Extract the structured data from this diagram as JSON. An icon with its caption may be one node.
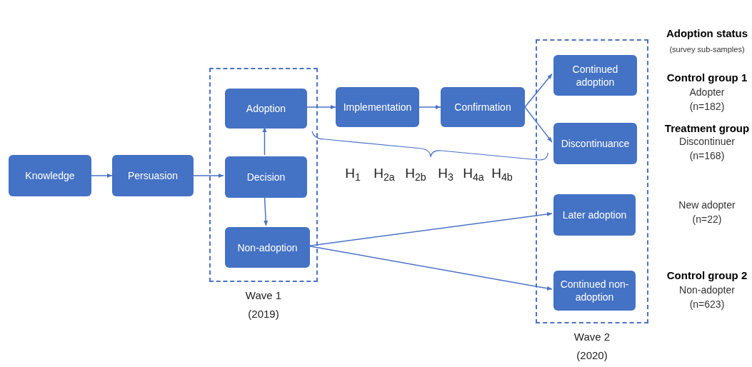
{
  "diagram": {
    "nodes": [
      {
        "text": [
          "Wave 1 (2019)"
        ]
      },
      {
        "text": [
          "Wave 2 (2020)"
        ]
      },
      {
        "text": [
          "Knowledge"
        ]
      },
      {
        "text": [
          "Persuasion"
        ]
      },
      {
        "text": [
          "Adoption"
        ],
        "in": 0
      },
      {
        "text": [
          "Decision"
        ],
        "in": 0
      },
      {
        "text": [
          "Non-adoption"
        ],
        "in": 0
      },
      {
        "text": [
          "Implementation"
        ]
      },
      {
        "text": [
          "Confirmation"
        ]
      },
      {
        "text": [
          "Continued adoption"
        ],
        "in": 1
      },
      {
        "text": [
          "Discontinuance"
        ],
        "in": 1
      },
      {
        "text": [
          "Later adoption"
        ],
        "in": 1
      },
      {
        "text": [
          "Continued non-adoption"
        ],
        "in": 1
      }
    ],
    "edges": [
      {
        "from": 2,
        "to": 3,
        "arrow": "to"
      },
      {
        "from": 3,
        "to": 5,
        "arrow": "to"
      },
      {
        "from": 5,
        "to": 4,
        "arrow": "to"
      },
      {
        "from": 5,
        "to": 6,
        "arrow": "to"
      },
      {
        "from": 4,
        "to": 7,
        "arrow": "to"
      },
      {
        "from": 7,
        "to": 8,
        "arrow": "to"
      },
      {
        "from": 8,
        "to": 9,
        "arrow": "to"
      },
      {
        "from": 8,
        "to": 10,
        "arrow": "to"
      },
      {
        "from": 6,
        "to": 11,
        "arrow": "to"
      },
      {
        "from": 6,
        "to": 12,
        "arrow": "to"
      }
    ],
    "labels": [
      "H$_{1}$",
      "H$_{2a}$",
      "H$_{2b}$",
      "H$_{3}$",
      "H$_{4a}$",
      "H$_{4b}$",
      "Adoption status",
      "(survey sub-samples)",
      "Control group 1",
      "Adopter",
      "(n=182)",
      "Treatment group",
      "Discontinuer",
      "(n=168)",
      "New adopter",
      "(n=22)",
      "Control group 2",
      "Non-adopter",
      "(n=623)"
    ]
  }
}
